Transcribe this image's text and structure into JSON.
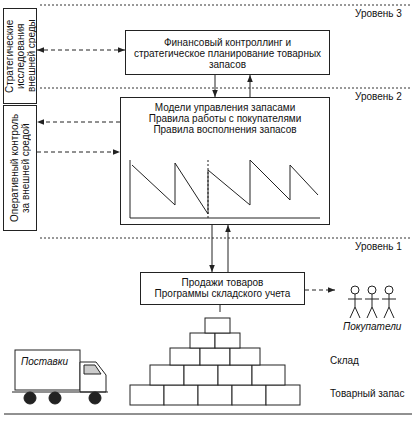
{
  "diagram": {
    "nodes": [
      {
        "text": [
          "Стратегические исследования внешней среды"
        ]
      },
      {
        "text": [
          "Оперативный контроль за внешней средой"
        ]
      },
      {
        "text": [
          "Финансовый контроллинг и стратегическое планирование товарных запасов"
        ]
      },
      {
        "text": [
          "Модели управления запасами",
          "Правила работы с покупателями",
          "Правила восполнения запасов"
        ]
      },
      {
        "text": [
          "Продажи товаров",
          "Программы складского учета"
        ]
      },
      {
        "text": [
          "Покупатели"
        ]
      },
      {
        "text": [
          "Поставки"
        ]
      },
      {
        "text": [
          "Склад",
          "Товарный запас"
        ]
      }
    ],
    "edges": [
      {
        "from": 0,
        "to": 2,
        "arrow": "both"
      },
      {
        "from": 3,
        "to": 1,
        "arrow": "to"
      },
      {
        "from": 1,
        "to": 3,
        "arrow": "to"
      },
      {
        "from": 2,
        "to": 3,
        "arrow": "to"
      },
      {
        "from": 3,
        "to": 2,
        "arrow": "to"
      },
      {
        "from": 3,
        "to": 4,
        "arrow": "to"
      },
      {
        "from": 4,
        "to": 3,
        "arrow": "to"
      },
      {
        "from": 4,
        "to": 5,
        "arrow": "to"
      },
      {
        "from": 4,
        "to": 7,
        "arrow": "none"
      }
    ],
    "labels": [
      "Уровень 3",
      "Уровень 2",
      "Уровень 1"
    ]
  }
}
